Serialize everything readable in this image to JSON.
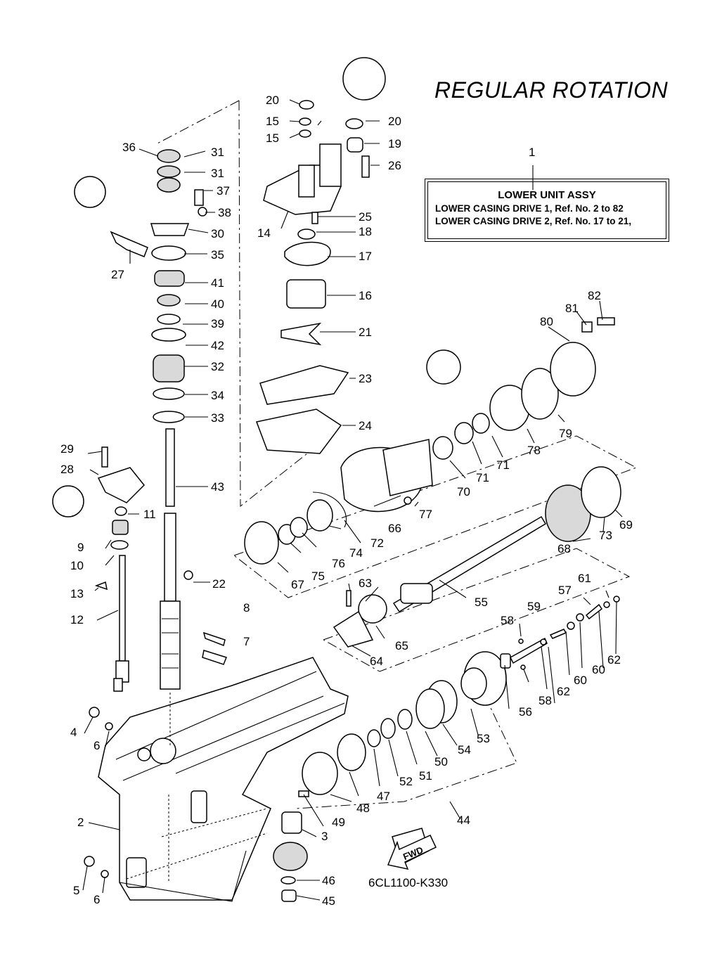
{
  "title": "REGULAR ROTATION",
  "assembly": {
    "ref": "1",
    "name": "LOWER UNIT ASSY",
    "lines": [
      "LOWER CASING DRIVE 1, Ref. No. 2 to 82",
      "LOWER CASING DRIVE 2, Ref. No. 17 to 21,"
    ]
  },
  "diagram_code": "6CL1100-K330",
  "fwd_label": "FWD",
  "part_numbers": [
    "2",
    "3",
    "4",
    "5",
    "6",
    "6",
    "7",
    "8",
    "9",
    "10",
    "11",
    "12",
    "13",
    "14",
    "15",
    "15",
    "16",
    "17",
    "18",
    "19",
    "20",
    "20",
    "21",
    "22",
    "23",
    "24",
    "25",
    "26",
    "27",
    "28",
    "29",
    "30",
    "31",
    "31",
    "32",
    "33",
    "34",
    "35",
    "36",
    "37",
    "38",
    "39",
    "40",
    "41",
    "42",
    "43",
    "44",
    "45",
    "46",
    "47",
    "48",
    "49",
    "50",
    "51",
    "52",
    "53",
    "54",
    "55",
    "56",
    "57",
    "58",
    "58",
    "59",
    "60",
    "60",
    "61",
    "62",
    "62",
    "63",
    "64",
    "65",
    "66",
    "67",
    "68",
    "69",
    "70",
    "71",
    "71",
    "72",
    "73",
    "74",
    "75",
    "76",
    "77",
    "78",
    "79",
    "80",
    "81",
    "82"
  ]
}
